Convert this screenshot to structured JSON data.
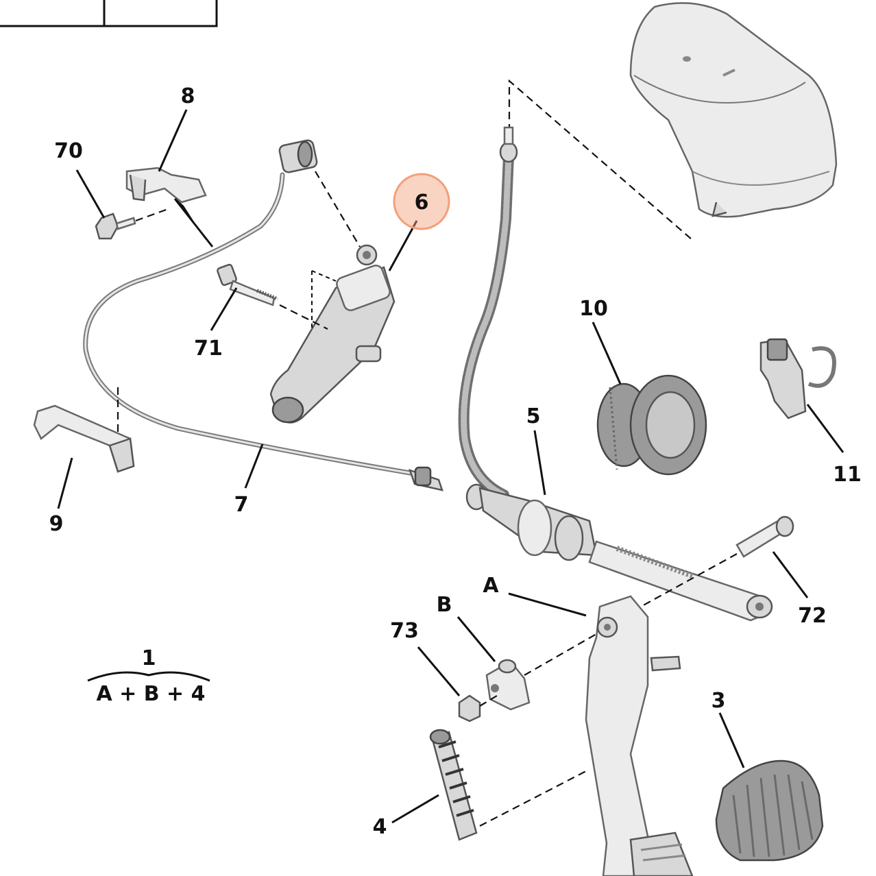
{
  "parts": [
    {
      "id": "p70",
      "label": "70"
    },
    {
      "id": "p8",
      "label": "8"
    },
    {
      "id": "p6",
      "label": "6"
    },
    {
      "id": "p71",
      "label": "71"
    },
    {
      "id": "p10",
      "label": "10"
    },
    {
      "id": "p11",
      "label": "11"
    },
    {
      "id": "p5",
      "label": "5"
    },
    {
      "id": "p9",
      "label": "9"
    },
    {
      "id": "p7",
      "label": "7"
    },
    {
      "id": "pA",
      "label": "A"
    },
    {
      "id": "pB",
      "label": "B"
    },
    {
      "id": "p73",
      "label": "73"
    },
    {
      "id": "p72",
      "label": "72"
    },
    {
      "id": "p3",
      "label": "3"
    },
    {
      "id": "p4",
      "label": "4"
    }
  ],
  "assembly": {
    "number": "1",
    "formula": "A + B + 4"
  },
  "highlight": {
    "part": "6",
    "color": "#f2a07a"
  }
}
